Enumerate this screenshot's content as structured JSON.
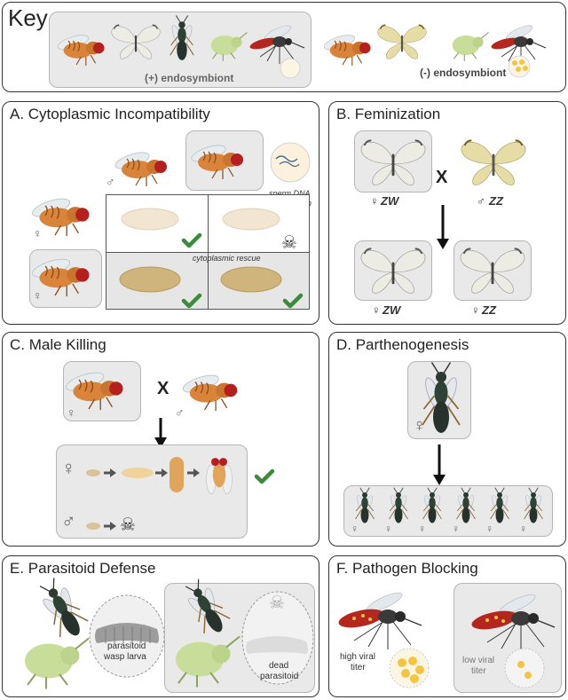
{
  "key": {
    "title": "Key",
    "plus_label": "(+) endosymbiont",
    "minus_label": "(-) endosymbiont"
  },
  "panel_a": {
    "title": "A. Cytoplasmic Incompatibility",
    "sperm_note_1": "sperm DNA",
    "sperm_note_2": "modification",
    "rescue_note": "cytoplasmic rescue"
  },
  "panel_b": {
    "title": "B. Feminization",
    "cross": "X",
    "parent_female_geno": "ZW",
    "parent_male_geno": "ZZ",
    "off1_geno": "ZW",
    "off2_geno": "ZZ"
  },
  "panel_c": {
    "title": "C. Male Killing",
    "cross": "X"
  },
  "panel_d": {
    "title": "D. Parthenogenesis"
  },
  "panel_e": {
    "title": "E. Parasitoid Defense",
    "larva_label_1": "parasitoid",
    "larva_label_2": "wasp larva",
    "dead_label_1": "dead",
    "dead_label_2": "parasitoid"
  },
  "panel_f": {
    "title": "F. Pathogen Blocking",
    "high_1": "high viral",
    "high_2": "titer",
    "low_1": "low viral",
    "low_2": "titer"
  },
  "symbols": {
    "female": "♀",
    "male": "♂",
    "skull": "☠"
  },
  "colors": {
    "fly_body": "#d9843a",
    "fly_eye": "#b5201f",
    "butterfly_white": "#ecece4",
    "butterfly_yellow": "#e6dca5",
    "aphid": "#c8dd9a",
    "check": "#3c8a3c",
    "box_grey": "#e9e9e9"
  }
}
